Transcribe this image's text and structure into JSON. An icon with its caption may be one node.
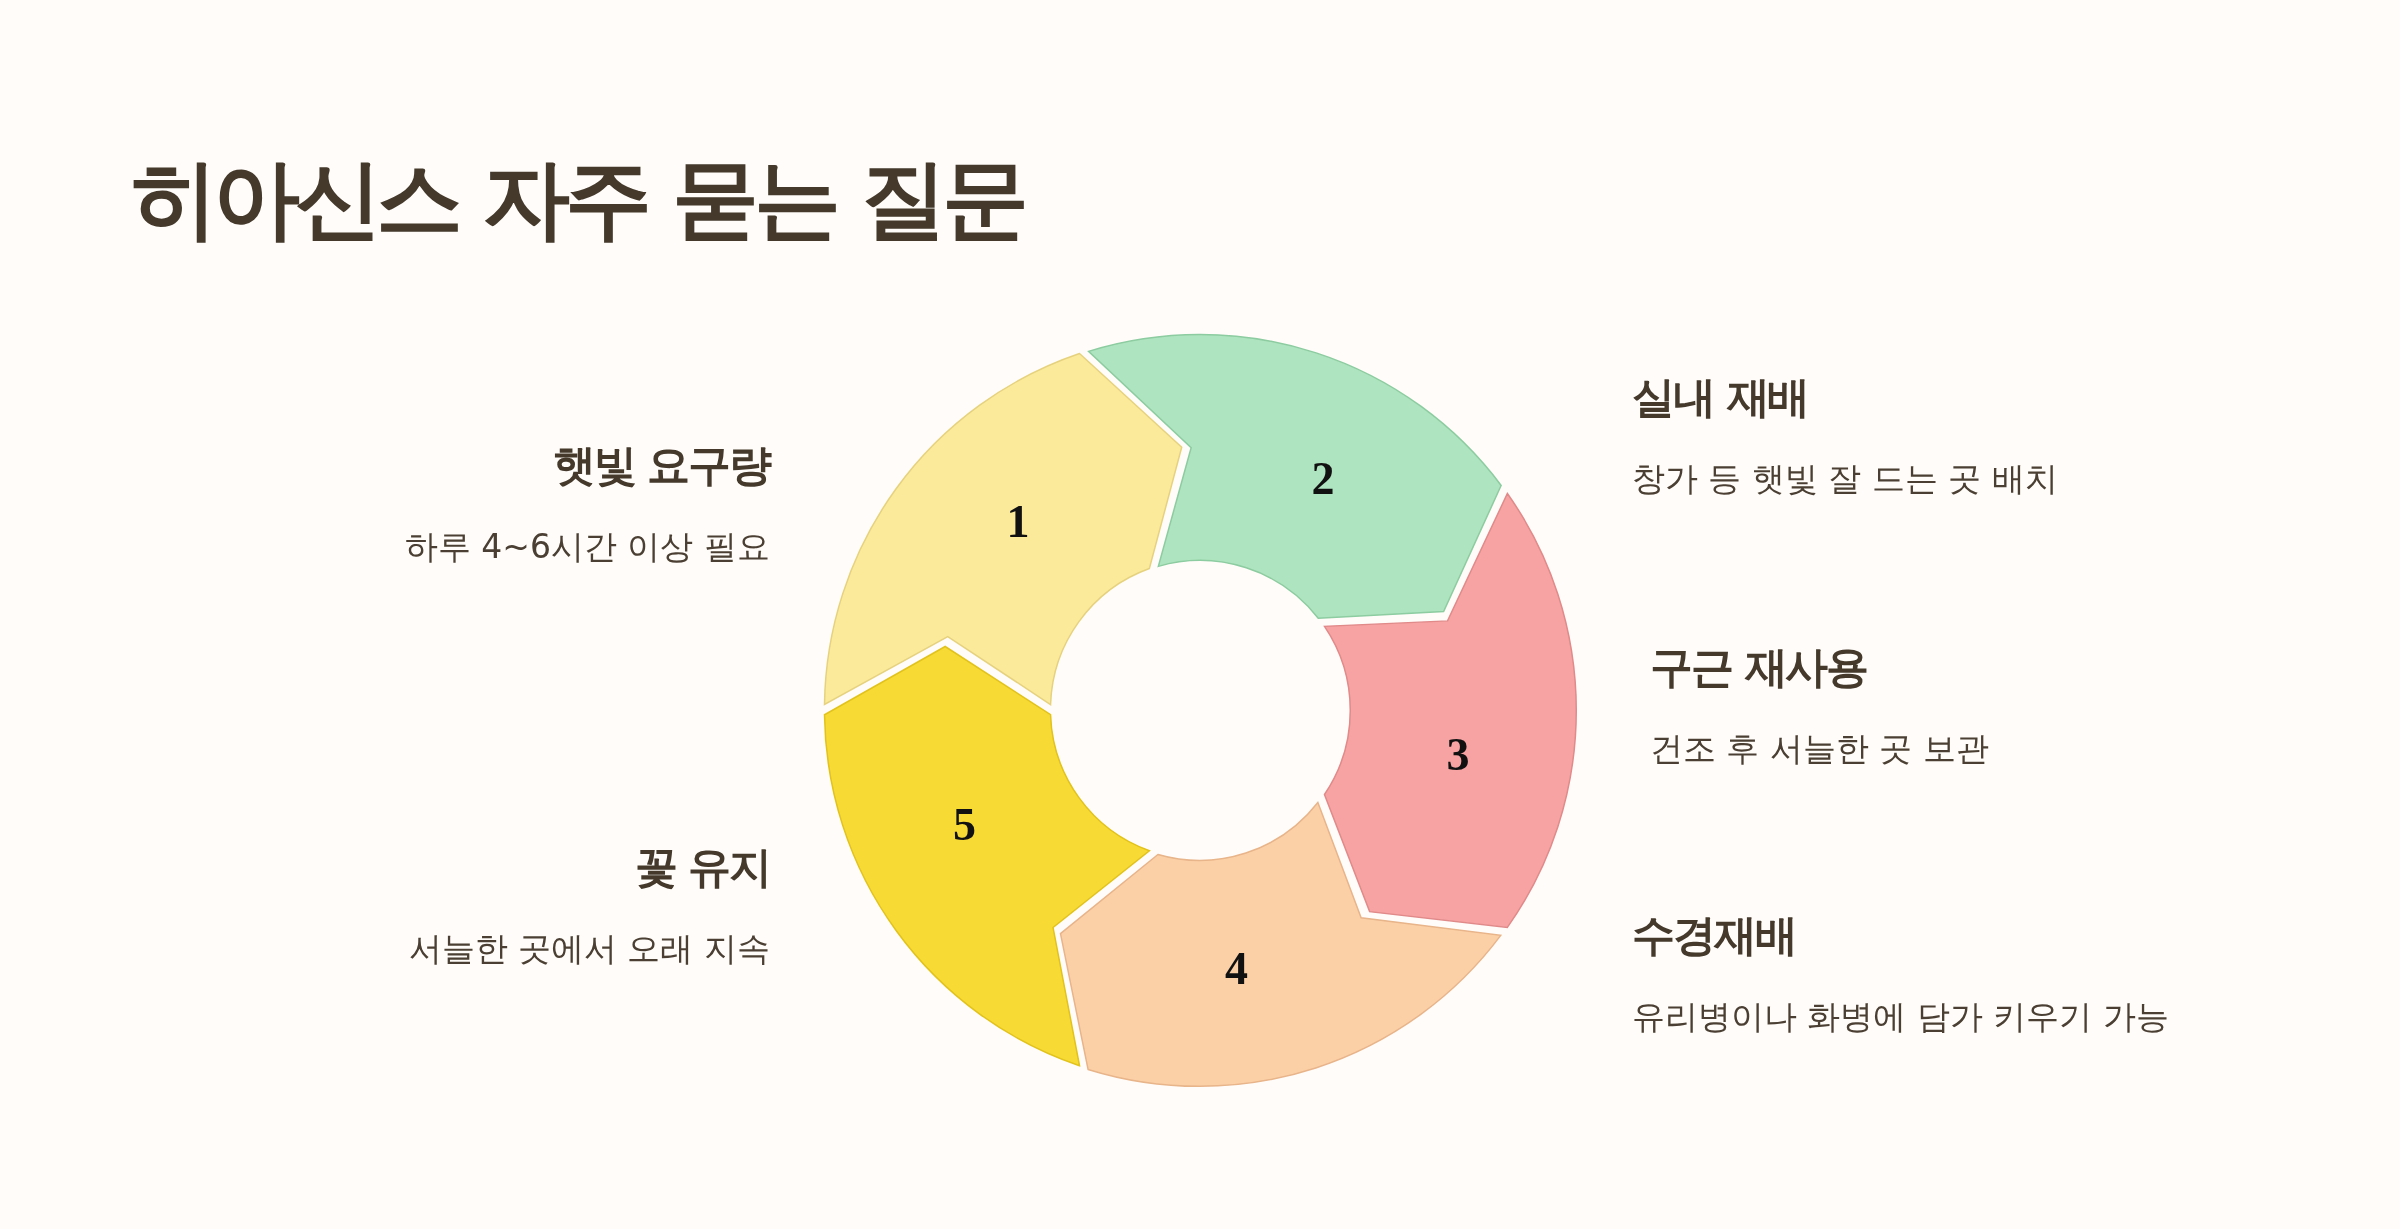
{
  "diagram": {
    "title": "히아신스 자주 묻는 질문",
    "nodes": [
      {
        "text": [
          "1"
        ],
        "beside": [
          "햇빛 요구량",
          "하루 4~6시간 이상 필요"
        ]
      },
      {
        "text": [
          "2"
        ],
        "beside": [
          "실내 재배",
          "창가 등 햇빛 잘 드는 곳 배치"
        ]
      },
      {
        "text": [
          "3"
        ],
        "beside": [
          "구근 재사용",
          "건조 후 서늘한 곳 보관"
        ]
      },
      {
        "text": [
          "4"
        ],
        "beside": [
          "수경재배",
          "유리병이나 화병에 담가 키우기 가능"
        ]
      },
      {
        "text": [
          "5"
        ],
        "beside": [
          "꽃 유지",
          "서늘한 곳에서 오래 지속"
        ]
      }
    ]
  }
}
